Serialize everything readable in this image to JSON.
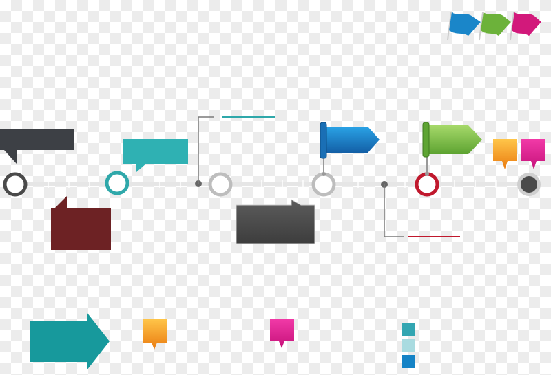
{
  "timeline": {
    "milestones": [
      {
        "id": "m1",
        "ring": "#4a4a4a",
        "fill": "#ffffff",
        "style": "hollow"
      },
      {
        "id": "m2",
        "ring": "#2fa8aa",
        "fill": "#ffffff",
        "style": "hollow"
      },
      {
        "id": "m3",
        "ring": "#bdbdbd",
        "fill": "#ffffff",
        "style": "hollow"
      },
      {
        "id": "m4",
        "ring": "#bdbdbd",
        "fill": "#ffffff",
        "style": "hollow"
      },
      {
        "id": "m5",
        "ring": "#c0182d",
        "fill": "#ffffff",
        "style": "hollow"
      },
      {
        "id": "m6",
        "ring": "#cfcfcf",
        "fill": "#4a4a4a",
        "style": "filled"
      }
    ],
    "track_color": "#e6e6e6"
  },
  "callouts": {
    "dark_gray_label": "#3d4045",
    "teal_bubble": "#2fb1b3",
    "maroon_bubble": "#6d2224",
    "gray_bubble": "#4b4b4b"
  },
  "flags": {
    "blue": "#1a86c9",
    "green": "#6cb23a",
    "magenta": "#d2197b"
  },
  "pins": {
    "orange": "#f08c12",
    "magenta": "#d8178a"
  },
  "connectors": {
    "left_accent": "#2fa8aa",
    "right_accent": "#c0182d",
    "line": "#7a7a7a"
  },
  "swatches": [
    "#33a6b2",
    "#a9dbe0",
    "#1583c6"
  ],
  "arrow_color": "#17999c"
}
